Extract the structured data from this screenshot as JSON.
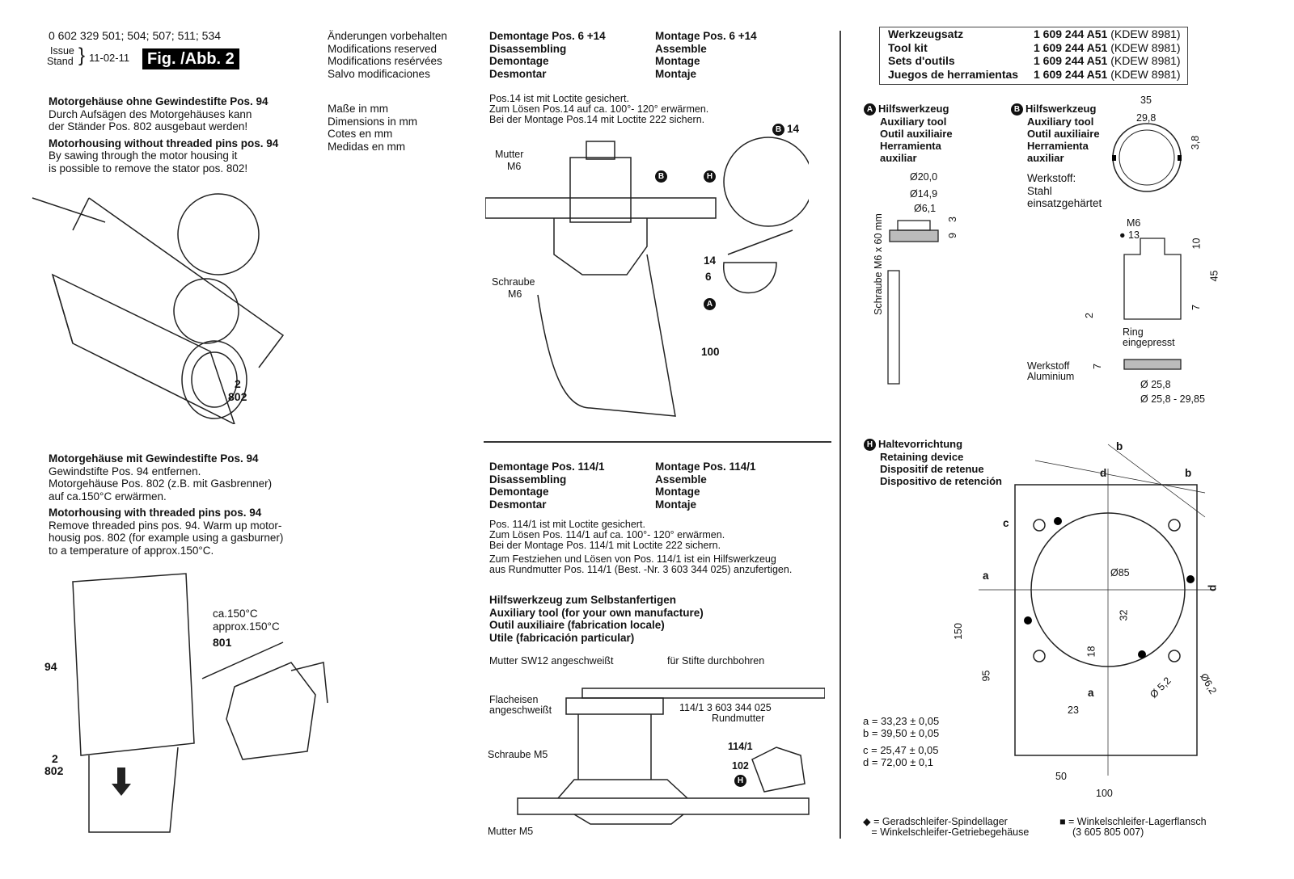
{
  "header": {
    "part_numbers": "0 602 329 501; 504; 507; 511; 534",
    "issue_label": "Issue",
    "stand_label": "Stand",
    "date": "11-02-11",
    "figure_label": "Fig. /Abb. 2"
  },
  "notices": {
    "modifications": [
      "Änderungen vorbehalten",
      "Modifications reserved",
      "Modifications resérvées",
      "Salvo modificaciones"
    ],
    "units": [
      "Maße in mm",
      "Dimensions in mm",
      "Cotes en mm",
      "Medidas en mm"
    ]
  },
  "section1": {
    "de_title": "Motorgehäuse ohne Gewindestifte Pos. 94",
    "de_text": [
      "Durch Aufsägen des Motorgehäuses kann",
      "der Ständer Pos. 802 ausgebaut werden!"
    ],
    "en_title": "Motorhousing without threaded pins pos. 94",
    "en_text": [
      "By sawing through the motor housing it",
      "is possible to remove the stator pos. 802!"
    ],
    "callouts": [
      "2",
      "802"
    ]
  },
  "section2": {
    "de_title": "Motorgehäuse mit Gewindestifte Pos. 94",
    "de_text": [
      "Gewindstifte Pos. 94 entfernen.",
      "Motorgehäuse Pos. 802 (z.B. mit Gasbrenner)",
      "auf ca.150°C erwärmen."
    ],
    "en_title": "Motorhousing with threaded pins pos. 94",
    "en_text": [
      "Remove threaded pins pos. 94. Warm up motor-",
      "housig pos. 802 (for example using a gasburner)",
      "to a temperature of approx.150°C."
    ],
    "temp": [
      "ca.150°C",
      "approx.150°C"
    ],
    "callouts": [
      "801",
      "94",
      "2",
      "802"
    ]
  },
  "section3": {
    "disassembly": [
      "Demontage Pos. 6 +14",
      "Disassembling",
      "Demontage",
      "Desmontar"
    ],
    "assembly": [
      "Montage Pos. 6 +14",
      "Assemble",
      "Montage",
      "Montaje"
    ],
    "text": [
      "Pos.14 ist mit Loctite gesichert.",
      "Zum Lösen Pos.14 auf ca. 100°- 120° erwärmen.",
      "Bei der Montage Pos.14 mit Loctite 222 sichern."
    ],
    "labels": {
      "mutter": "Mutter",
      "m6": "M6",
      "schraube": "Schraube",
      "m6b": "M6",
      "b": "B",
      "h": "H",
      "a": "A",
      "p14": "14",
      "p14b": "14",
      "p6": "6",
      "p100": "100"
    }
  },
  "section4": {
    "disassembly": [
      "Demontage Pos. 114/1",
      "Disassembling",
      "Demontage",
      "Desmontar"
    ],
    "assembly": [
      "Montage Pos. 114/1",
      "Assemble",
      "Montage",
      "Montaje"
    ],
    "text": [
      "Pos. 114/1 ist mit Loctite gesichert.",
      "Zum Lösen Pos. 114/1 auf ca. 100°- 120° erwärmen.",
      "Bei der Montage Pos. 114/1 mit Loctite 222 sichern."
    ],
    "text2": [
      "Zum Festziehen und Lösen von Pos.  114/1 ist ein Hilfswerkzeug",
      "aus Rundmutter Pos. 114/1 (Best. -Nr. 3 603 344 025) anzufertigen."
    ],
    "tool_title": [
      "Hilfswerkzeug zum Selbstanfertigen",
      "Auxiliary tool (for your own manufacture)",
      "Outil auxiliaire (fabrication locale)",
      "Utile (fabricación particular)"
    ],
    "labels": {
      "mutter_sw12": "Mutter SW12 angeschweißt",
      "stifte": "für Stifte durchbohren",
      "flacheisen": "Flacheisen",
      "angeschweisst": "angeschweißt",
      "rundmutter_no": "114/1  3 603 344 025",
      "rundmutter": "Rundmutter",
      "schraube_m5": "Schraube M5",
      "mutter_m5": "Mutter M5",
      "p114": "114/1",
      "p102": "102",
      "h": "H"
    }
  },
  "tool_kit": {
    "rows": [
      {
        "name": "Werkzeugsatz",
        "number": "1 609 244 A51",
        "code": "(KDEW 8981)"
      },
      {
        "name": "Tool kit",
        "number": "1 609 244 A51",
        "code": "(KDEW 8981)"
      },
      {
        "name": "Sets d'outils",
        "number": "1 609 244 A51",
        "code": "(KDEW 8981)"
      },
      {
        "name": "Juegos de herramientas",
        "number": "1 609 244 A51",
        "code": "(KDEW 8981)"
      }
    ]
  },
  "tool_a": {
    "badge": "A",
    "title": [
      "Hilfswerkzeug",
      "Auxiliary tool",
      "Outil auxiliaire",
      "Herramienta",
      "auxiliar"
    ],
    "dims": [
      "Ø20,0",
      "Ø14,9",
      "Ø6,1",
      "3",
      "9"
    ],
    "screw": "Schraube M6 x 60 mm"
  },
  "tool_b": {
    "badge": "B",
    "title": [
      "Hilfswerkzeug",
      "Auxiliary tool",
      "Outil auxiliaire",
      "Herramienta",
      "auxiliar"
    ],
    "material": [
      "Werkstoff:",
      "Stahl",
      "einsatzgehärtet"
    ],
    "dims": [
      "35",
      "29,8",
      "3,8",
      "M6",
      "13",
      "10",
      "45",
      "2",
      "7",
      "7",
      "Ø 25,8",
      "Ø 25,8 - 29,85"
    ],
    "ring": [
      "Ring",
      "eingepresst"
    ],
    "material2": [
      "Werkstoff",
      "Aluminium"
    ]
  },
  "tool_h": {
    "badge": "H",
    "title": [
      "Haltevorrichtung",
      "Retaining device",
      "Dispositif de retenue",
      "Dispositivo de retención"
    ],
    "dims": [
      "b",
      "d",
      "b",
      "c",
      "a",
      "Ø85",
      "32",
      "18",
      "a",
      "23",
      "150",
      "95",
      "50",
      "100",
      "d",
      "Ø 5,2",
      "Ø6,2"
    ],
    "tolerances": [
      "a  = 33,23 ± 0,05",
      "b  = 39,50 ± 0,05",
      "c  = 25,47 ± 0,05",
      "d  = 72,00 ± 0,1"
    ],
    "legend_diamond": [
      "◆ = Geradschleifer-Spindellager",
      "   = Winkelschleifer-Getriebegehäuse"
    ],
    "legend_square": [
      "■ = Winkelschleifer-Lagerflansch",
      "(3 605 805 007)"
    ]
  }
}
